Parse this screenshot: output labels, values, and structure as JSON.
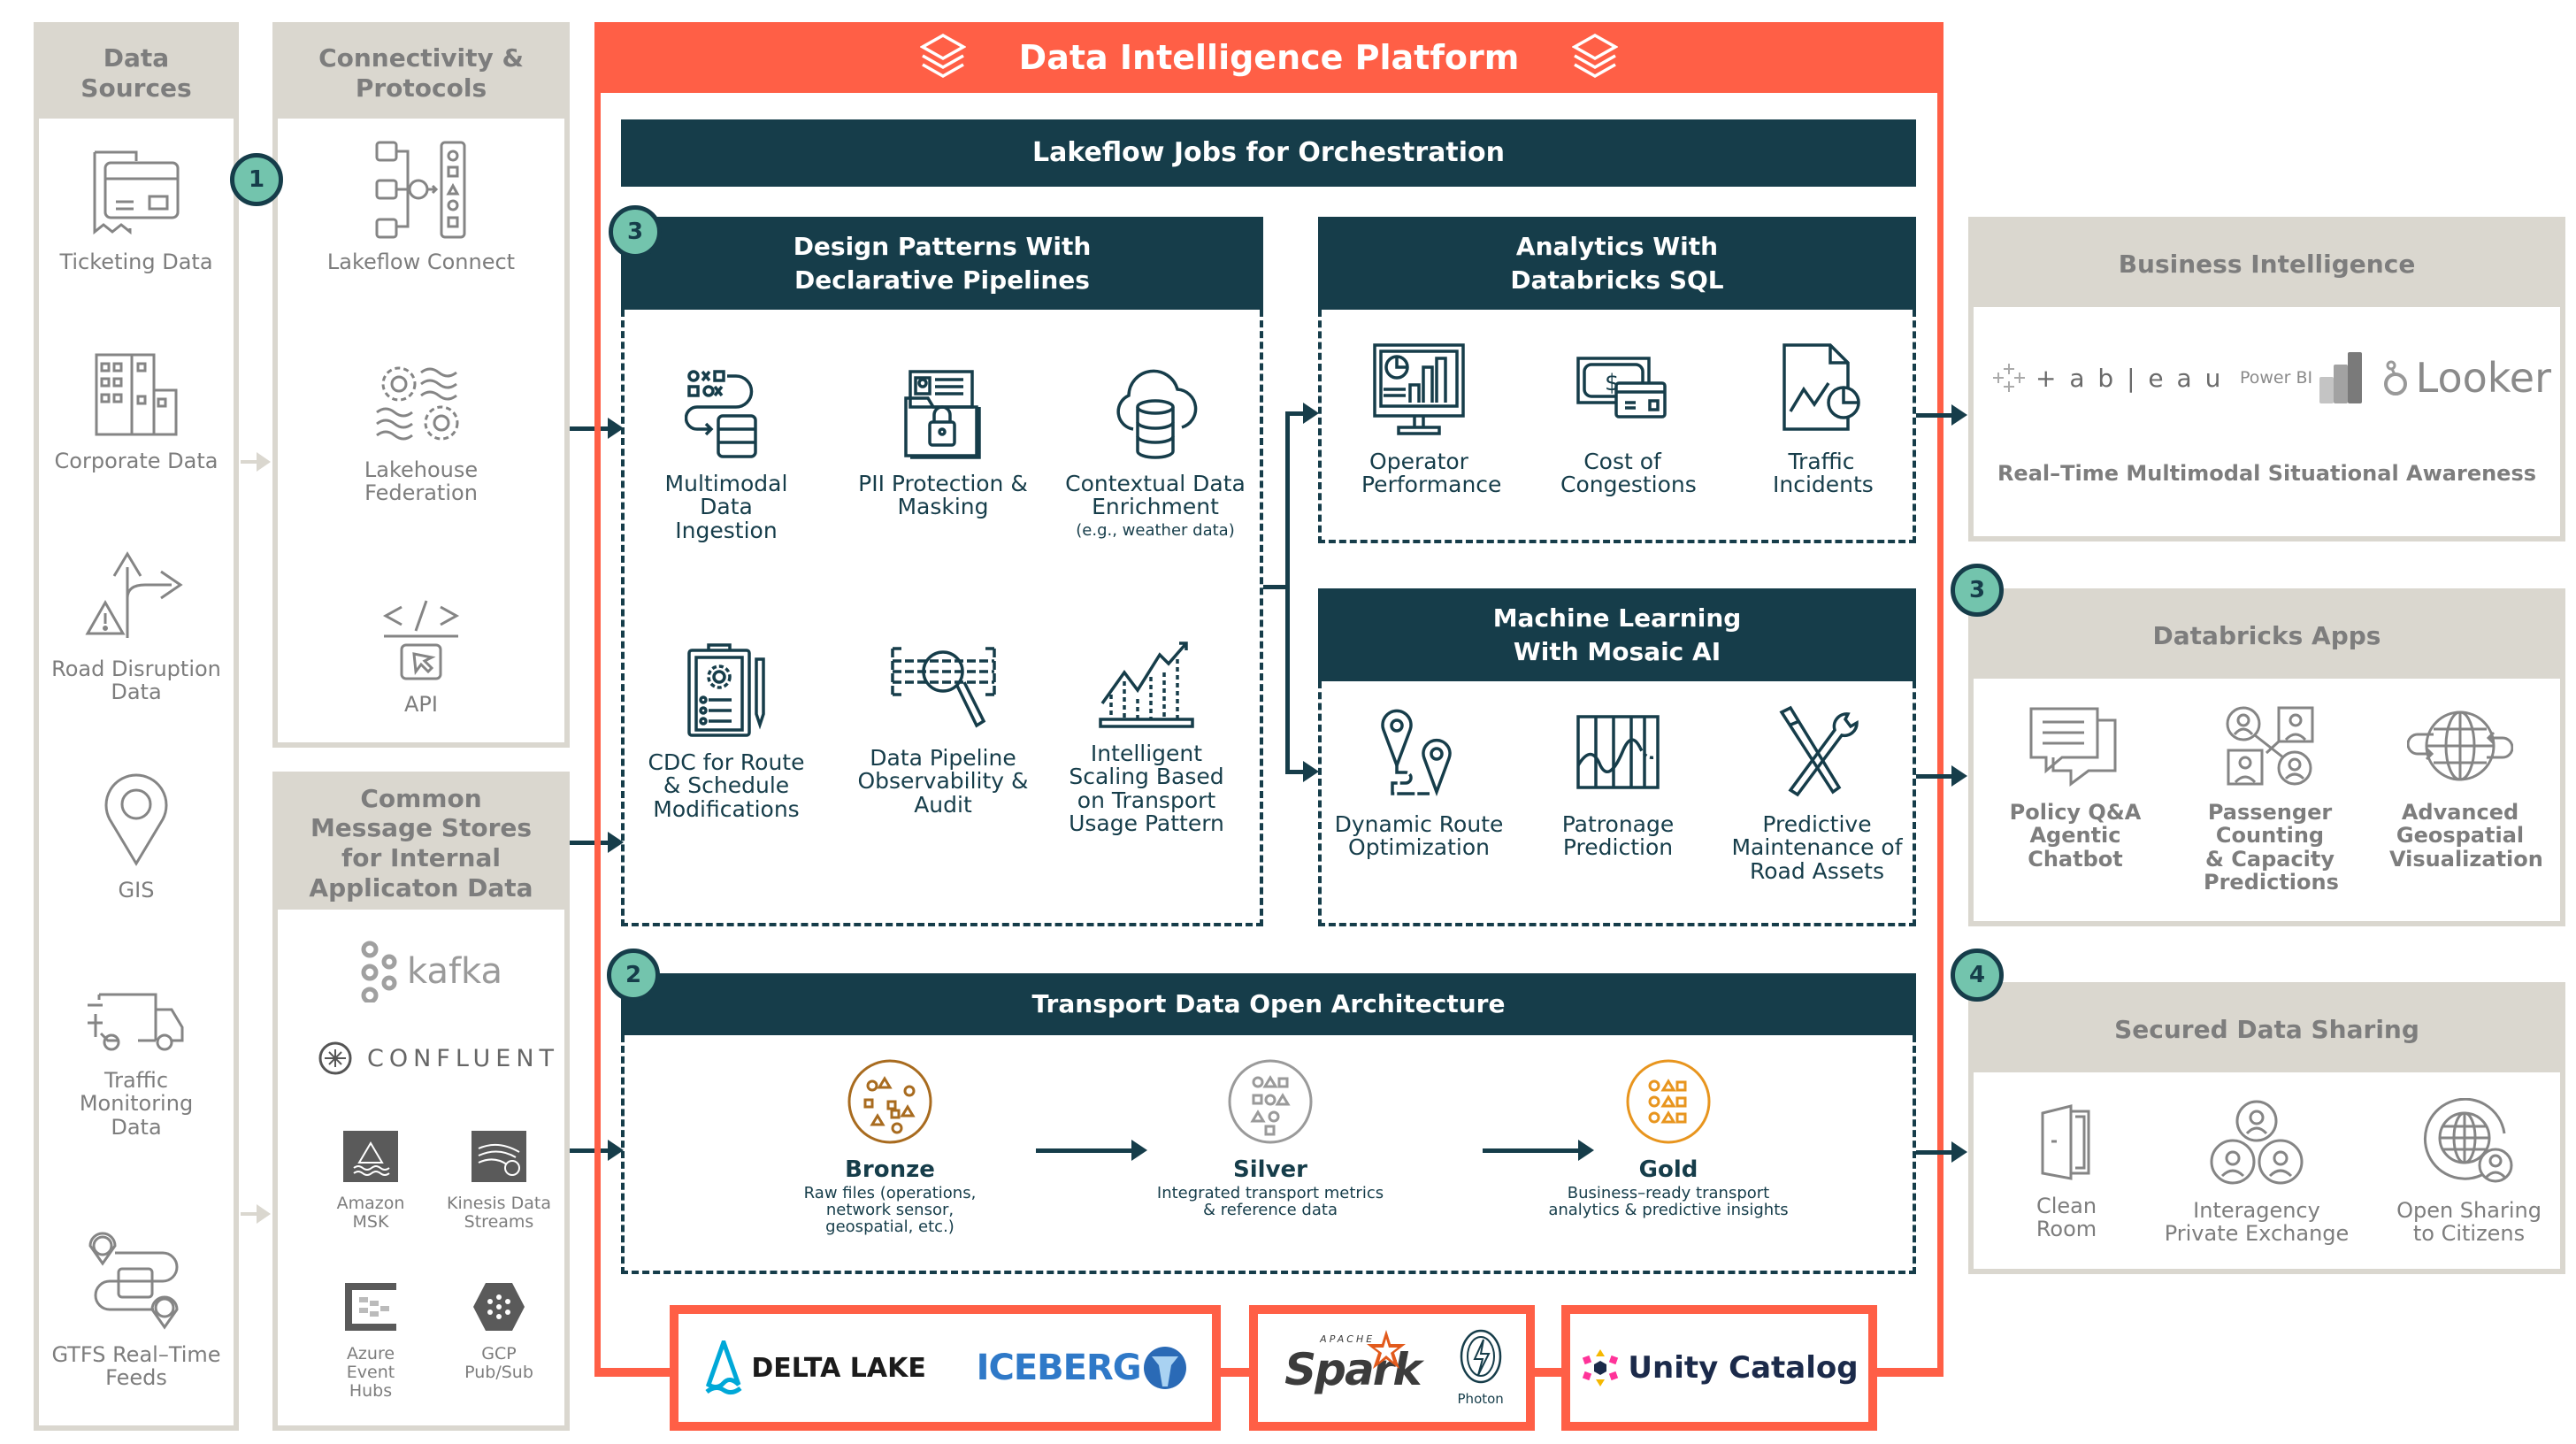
{
  "colors": {
    "platform_orange": "#ff5f46",
    "navy": "#163d4a",
    "panel_gray": "#dad7cf",
    "badge_teal": "#73c4ad",
    "muted_text": "#7d7d7d",
    "bronze": "#a86b1f",
    "silver": "#9a9a9a",
    "gold": "#e8951e"
  },
  "data_sources": {
    "title": "Data Sources",
    "badge": "1",
    "items": [
      {
        "label": "Ticketing Data",
        "icon": "ticket-card-icon"
      },
      {
        "label": "Corporate Data",
        "icon": "buildings-icon"
      },
      {
        "label": "Road Disruption Data",
        "icon": "road-warning-icon"
      },
      {
        "label": "GIS",
        "icon": "map-pin-icon"
      },
      {
        "label": "Traffic Monitoring Data",
        "icon": "truck-icon"
      },
      {
        "label": "GTFS Real–Time Feeds",
        "icon": "bus-route-icon"
      }
    ]
  },
  "connectivity": {
    "title": "Connectivity & Protocols",
    "items": [
      {
        "label": "Lakeflow Connect",
        "icon": "connect-flow-icon"
      },
      {
        "label": "Lakehouse Federation",
        "icon": "gears-waves-icon"
      },
      {
        "label": "API",
        "icon": "code-cursor-icon"
      }
    ]
  },
  "message_stores": {
    "title": "Common Message Stores for Internal Applicaton Data",
    "logos": [
      {
        "label": "kafka",
        "icon": "kafka-logo"
      },
      {
        "label": "CONFLUENT",
        "icon": "confluent-logo"
      }
    ],
    "services": [
      {
        "label": "Amazon MSK",
        "icon": "amazon-msk-icon"
      },
      {
        "label": "Kinesis Data Streams",
        "icon": "kinesis-icon"
      },
      {
        "label": "Azure Event Hubs",
        "icon": "azure-event-hubs-icon"
      },
      {
        "label": "GCP Pub/Sub",
        "icon": "gcp-pubsub-icon"
      }
    ]
  },
  "platform": {
    "title": "Data Intelligence Platform",
    "orchestration": "Lakeflow Jobs for Orchestration",
    "design_patterns": {
      "badge": "3",
      "title": "Design Patterns With Declarative Pipelines",
      "items": [
        {
          "label": "Multimodal Data Ingestion",
          "sub": "",
          "icon": "ingestion-icon"
        },
        {
          "label": "PII Protection & Masking",
          "sub": "",
          "icon": "pii-lock-icon"
        },
        {
          "label": "Contextual Data Enrichment",
          "sub": "(e.g., weather data)",
          "icon": "cloud-database-icon"
        },
        {
          "label": "CDC for Route & Schedule Modifications",
          "sub": "",
          "icon": "clipboard-gear-icon"
        },
        {
          "label": "Data Pipeline Observability & Audit",
          "sub": "",
          "icon": "magnifier-pipeline-icon"
        },
        {
          "label": "Intelligent Scaling Based on Transport Usage Pattern",
          "sub": "",
          "icon": "trend-chart-icon"
        }
      ]
    },
    "analytics": {
      "title": "Analytics With Databricks SQL",
      "items": [
        {
          "label": "Operator Performance",
          "icon": "monitor-chart-icon"
        },
        {
          "label": "Cost of Congestions",
          "icon": "money-card-icon"
        },
        {
          "label": "Traffic Incidents",
          "icon": "report-chart-icon"
        }
      ]
    },
    "ml": {
      "title": "Machine Learning With Mosaic AI",
      "items": [
        {
          "label": "Dynamic Route Optimization",
          "icon": "route-pins-icon"
        },
        {
          "label": "Patronage Prediction",
          "icon": "wave-grid-icon"
        },
        {
          "label": "Predictive Maintenance of Road Assets",
          "icon": "tools-icon"
        }
      ]
    },
    "transport": {
      "badge": "2",
      "title": "Transport Data Open Architecture",
      "tiers": [
        {
          "name": "Bronze",
          "desc": "Raw files (operations, network sensor, geospatial, etc.)",
          "icon": "bronze-scatter-icon"
        },
        {
          "name": "Silver",
          "desc": "Integrated transport metrics & reference data",
          "icon": "silver-semi-ordered-icon"
        },
        {
          "name": "Gold",
          "desc": "Business–ready transport analytics & predictive insights",
          "icon": "gold-ordered-icon"
        }
      ]
    },
    "foundation": {
      "storage": [
        "DELTA LAKE",
        "ICEBERG"
      ],
      "compute": {
        "spark_top": "APACHE",
        "spark": "Spark",
        "photon": "Photon"
      },
      "governance": "Unity Catalog"
    }
  },
  "business_intelligence": {
    "title": "Business Intelligence",
    "tools": [
      "+ a b | e a u",
      "Power BI",
      "Looker"
    ],
    "caption": "Real–Time Multimodal Situational Awareness"
  },
  "databricks_apps": {
    "badge": "3",
    "title": "Databricks Apps",
    "items": [
      {
        "label": "Policy Q&A Agentic Chatbot",
        "icon": "chat-bubbles-icon"
      },
      {
        "label": "Passenger Counting & Capacity Predictions",
        "icon": "people-grid-icon"
      },
      {
        "label": "Advanced Geospatial Visualization",
        "icon": "globe-arrows-icon"
      }
    ]
  },
  "secured_sharing": {
    "badge": "4",
    "title": "Secured Data Sharing",
    "items": [
      {
        "label": "Clean Room",
        "icon": "door-icon"
      },
      {
        "label": "Interagency Private Exchange",
        "icon": "people-triad-icon"
      },
      {
        "label": "Open Sharing to Citizens",
        "icon": "globe-person-icon"
      }
    ]
  }
}
